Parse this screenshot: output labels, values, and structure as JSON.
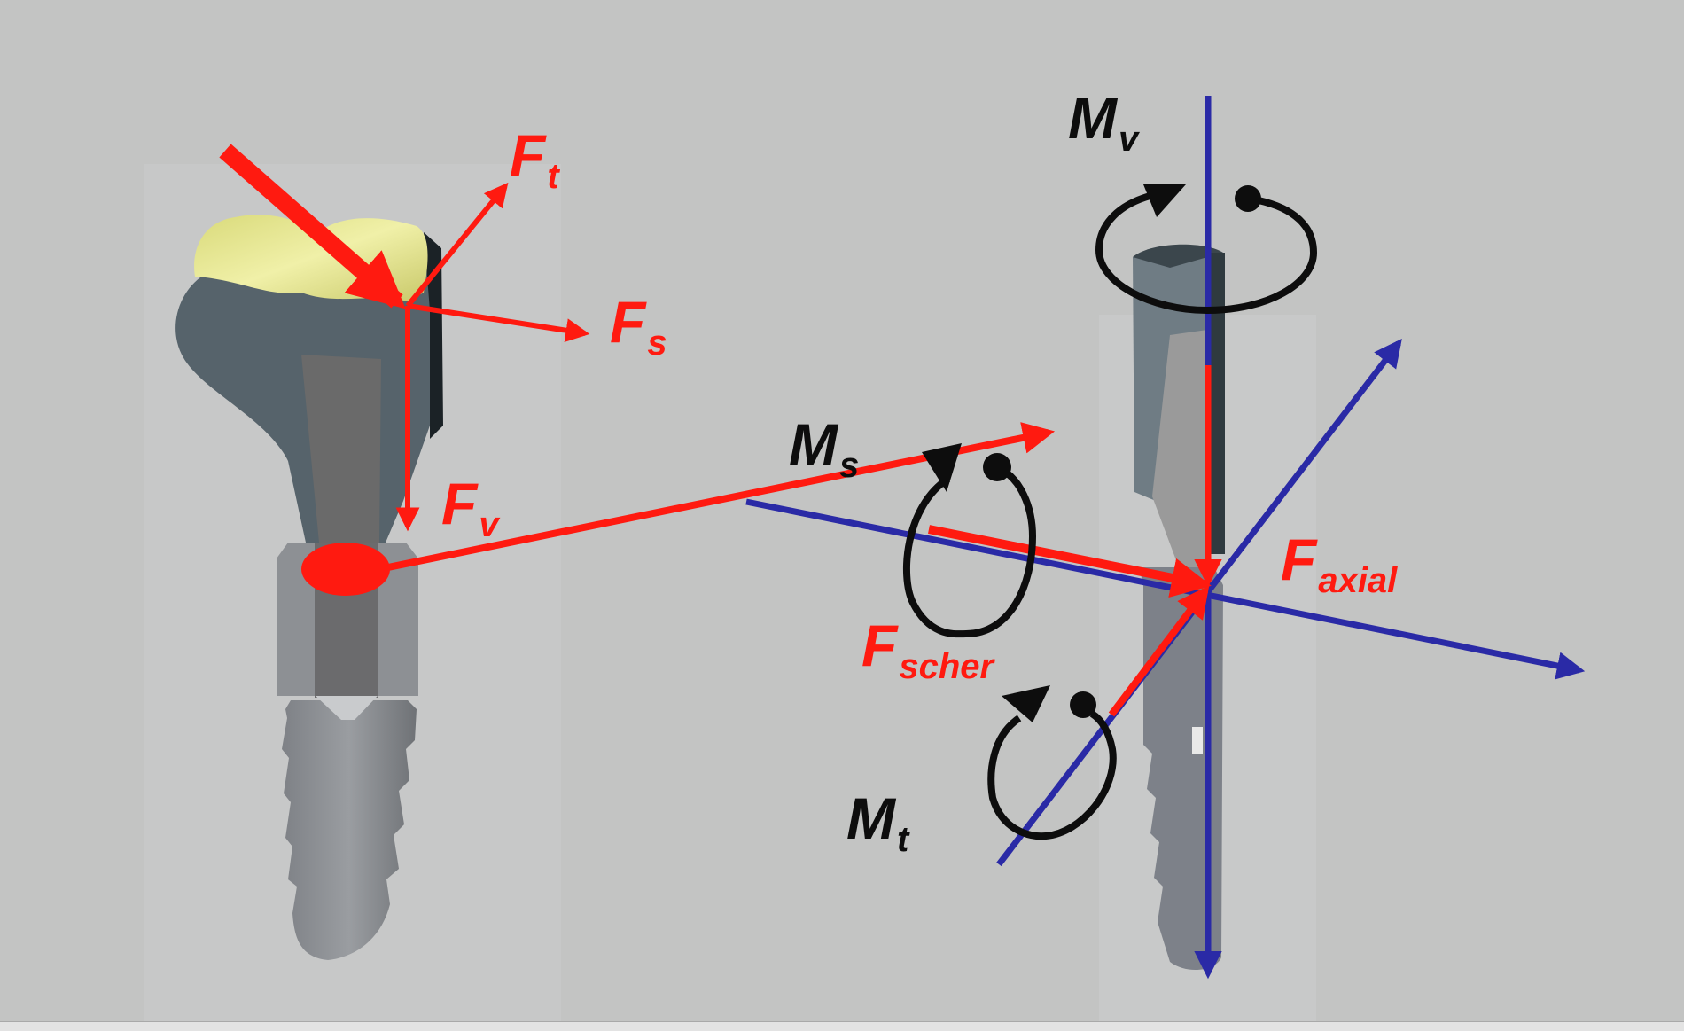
{
  "diagram": {
    "title": "Implant loading: force decomposition and moments",
    "colors": {
      "background": "#c3c4c3",
      "force_red": "#ff1a10",
      "axis_blue": "#2a2aa6",
      "moment_black": "#0d0d0d",
      "crown_yellow": "#dcdc88",
      "abutment_gray": "#56636b",
      "implant_gray": "#8f9296"
    },
    "left_model": {
      "description": "Crown on abutment and screw implant with applied oblique load",
      "labels": {
        "ft": {
          "main": "F",
          "sub": "t"
        },
        "fs": {
          "main": "F",
          "sub": "s"
        },
        "fv": {
          "main": "F",
          "sub": "v"
        }
      }
    },
    "right_model": {
      "description": "Coordinate system at implant-abutment junction",
      "labels": {
        "mv": {
          "main": "M",
          "sub": "v"
        },
        "ms": {
          "main": "M",
          "sub": "s"
        },
        "mt": {
          "main": "M",
          "sub": "t"
        },
        "faxial": {
          "main": "F",
          "sub": "axial"
        },
        "fscher": {
          "main": "F",
          "sub": "scher"
        }
      }
    }
  }
}
